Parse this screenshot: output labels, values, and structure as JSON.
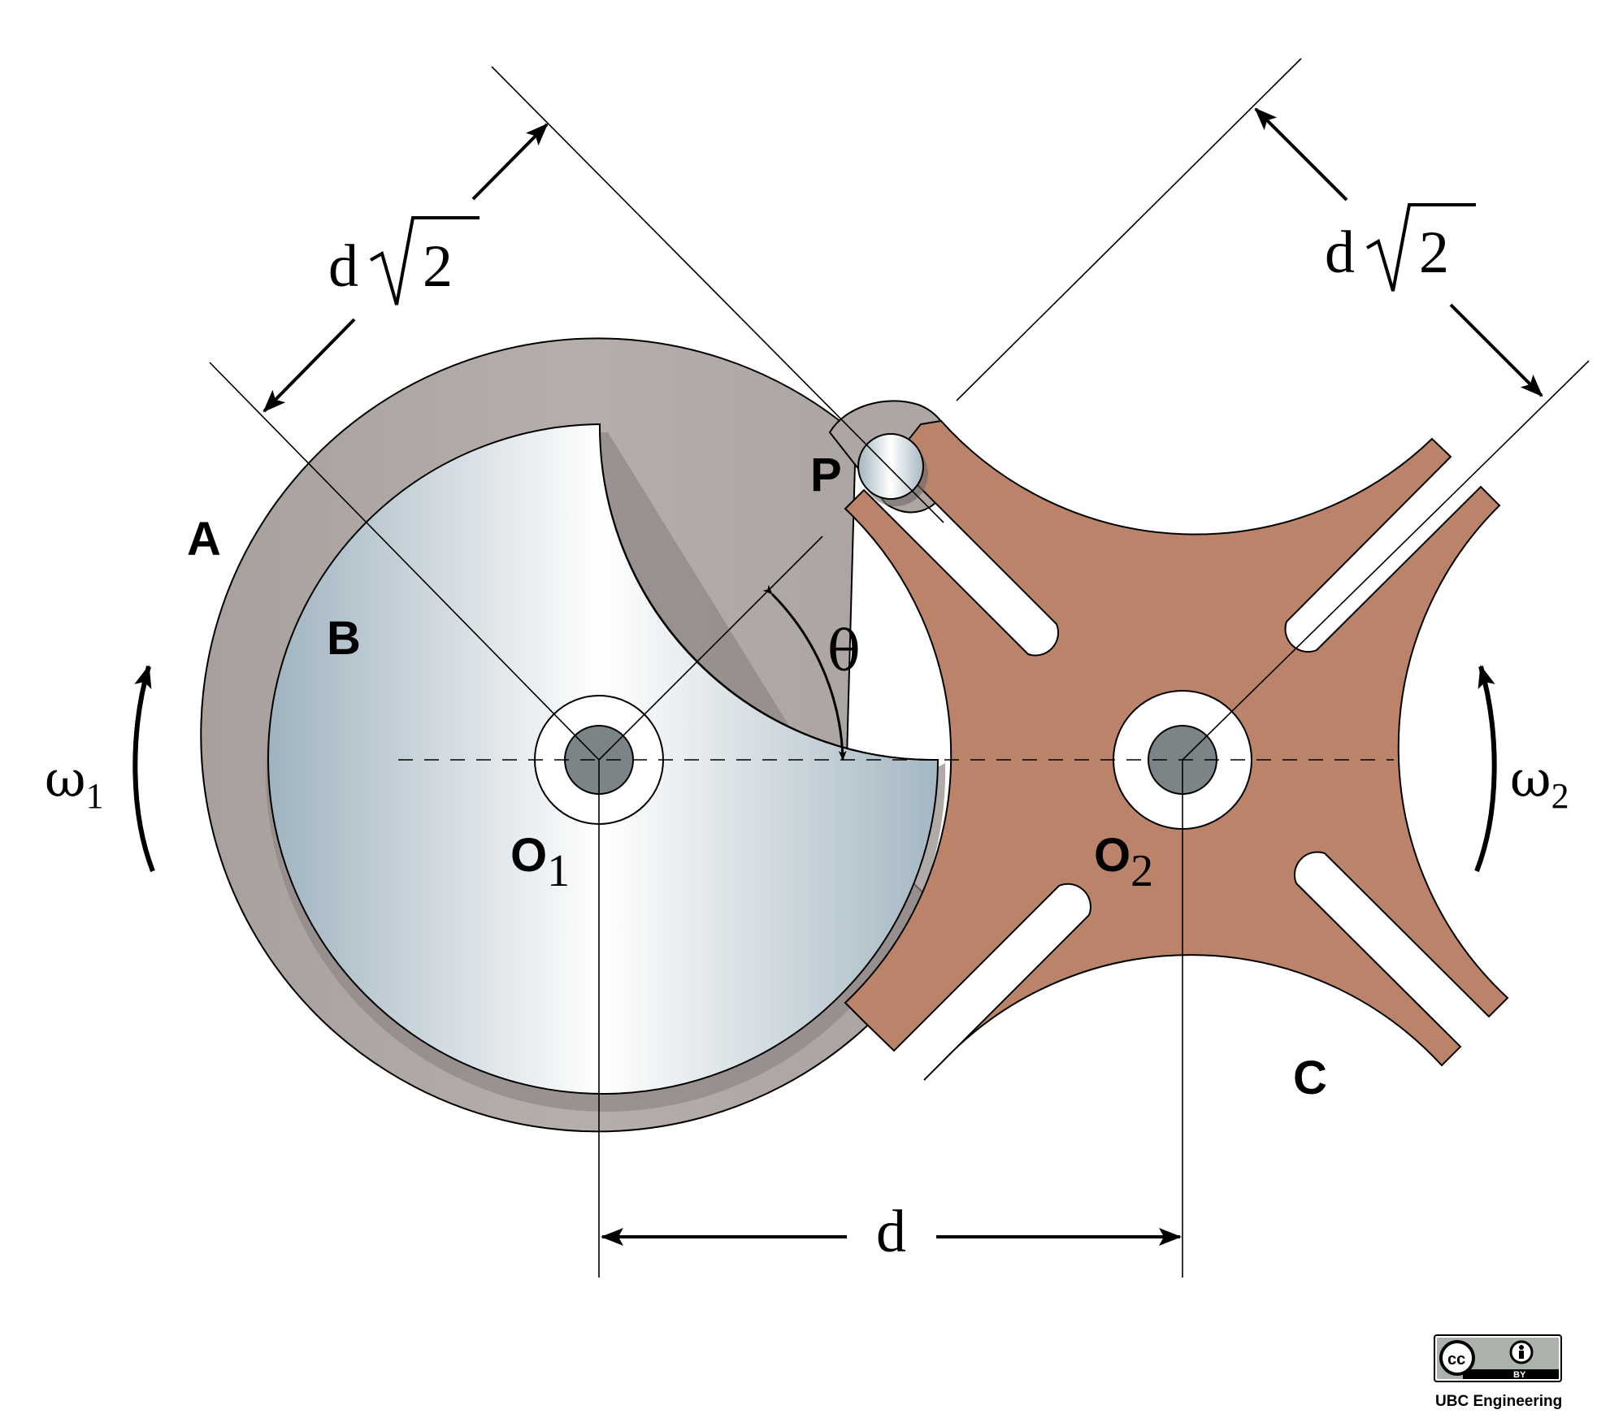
{
  "labels": {
    "A": "A",
    "B": "B",
    "C": "C",
    "P": "P",
    "O1_base": "O",
    "O1_sub": "1",
    "O2_base": "O",
    "O2_sub": "2",
    "theta": "θ",
    "omega1_base": "ω",
    "omega1_sub": "1",
    "omega2_base": "ω",
    "omega2_sub": "2",
    "d": "d",
    "dim_left_d": "d",
    "dim_left_num": "2",
    "dim_right_d": "d",
    "dim_right_num": "2"
  },
  "badge": {
    "cc": "cc",
    "by": "BY",
    "credit": "UBC Engineering"
  },
  "colors": {
    "driver_outer": "#aea6a3",
    "driver_inner_light": "#ffffff",
    "driver_inner_steel": "#9fb3bf",
    "geneva_wheel": "#bb846a",
    "hub": "#7b8487",
    "line": "#000000"
  }
}
